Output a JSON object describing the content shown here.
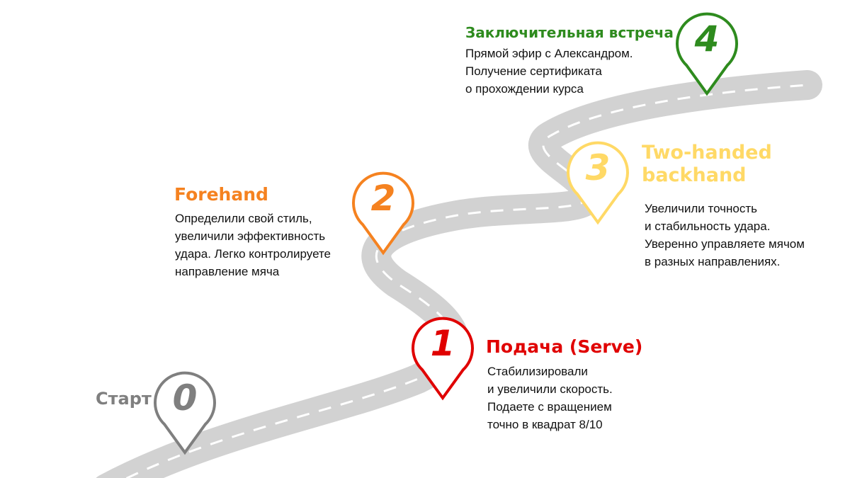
{
  "colors": {
    "road": "#d2d2d2",
    "road_dash": "#ffffff",
    "text": "#111111"
  },
  "steps": [
    {
      "number": "0",
      "title": "Старт",
      "color": "#7f7f7f",
      "lines": []
    },
    {
      "number": "1",
      "title": "Подача (Serve)",
      "color": "#e00000",
      "lines": [
        "Стабилизировали",
        "и увеличили скорость.",
        "Подаете с вращением",
        "точно в квадрат 8/10"
      ]
    },
    {
      "number": "2",
      "title": "Forehand",
      "color": "#f58220",
      "lines": [
        "Определили свой стиль,",
        "увеличили эффективность",
        "удара. Легко контролируете",
        "направление мяча"
      ]
    },
    {
      "number": "3",
      "title_lines": [
        "Two-handed",
        "backhand"
      ],
      "color": "#ffd966",
      "lines": [
        "Увеличили точность",
        "и стабильность удара.",
        "Уверенно управляете мячом",
        "в разных направлениях."
      ]
    },
    {
      "number": "4",
      "title": "Заключительная встреча",
      "color": "#2e8b1e",
      "lines": [
        "Прямой эфир с Александром.",
        "Получение сертификата",
        "о прохождении курса"
      ]
    }
  ]
}
